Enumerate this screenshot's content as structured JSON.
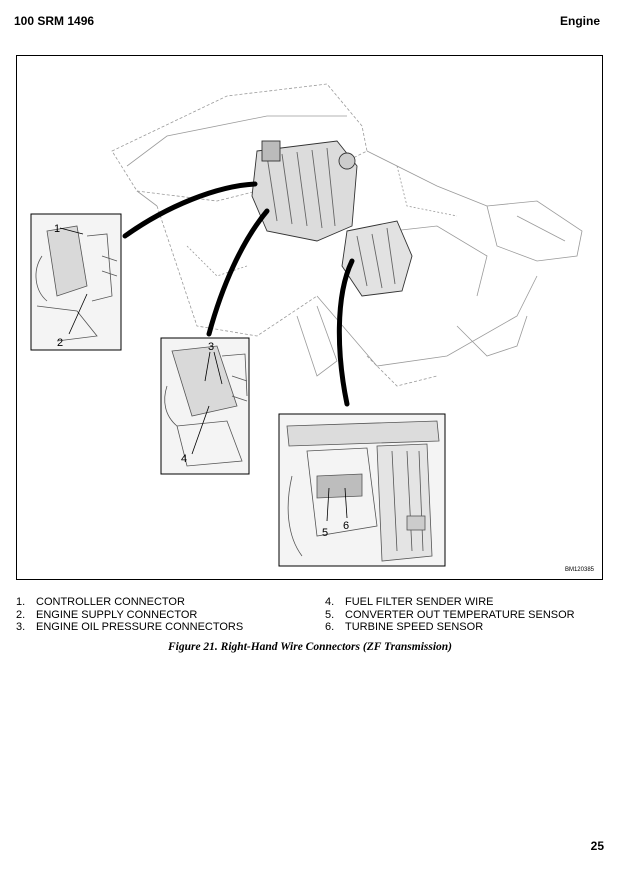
{
  "header": {
    "doc_code": "100 SRM 1496",
    "section": "Engine"
  },
  "figure": {
    "id_code": "BM120385",
    "callouts": [
      "1",
      "2",
      "3",
      "4",
      "5",
      "6"
    ],
    "caption": "Figure 21.  Right-Hand Wire Connectors (ZF Transmission)"
  },
  "legend": {
    "left": [
      {
        "num": "1.",
        "label": "CONTROLLER CONNECTOR"
      },
      {
        "num": "2.",
        "label": "ENGINE SUPPLY CONNECTOR"
      },
      {
        "num": "3.",
        "label": "ENGINE OIL PRESSURE CONNECTORS"
      }
    ],
    "right": [
      {
        "num": "4.",
        "label": "FUEL FILTER SENDER WIRE"
      },
      {
        "num": "5.",
        "label": "CONVERTER OUT TEMPERATURE SENSOR"
      },
      {
        "num": "6.",
        "label": "TURBINE SPEED SENSOR"
      }
    ]
  },
  "footer": {
    "page_number": "25"
  }
}
